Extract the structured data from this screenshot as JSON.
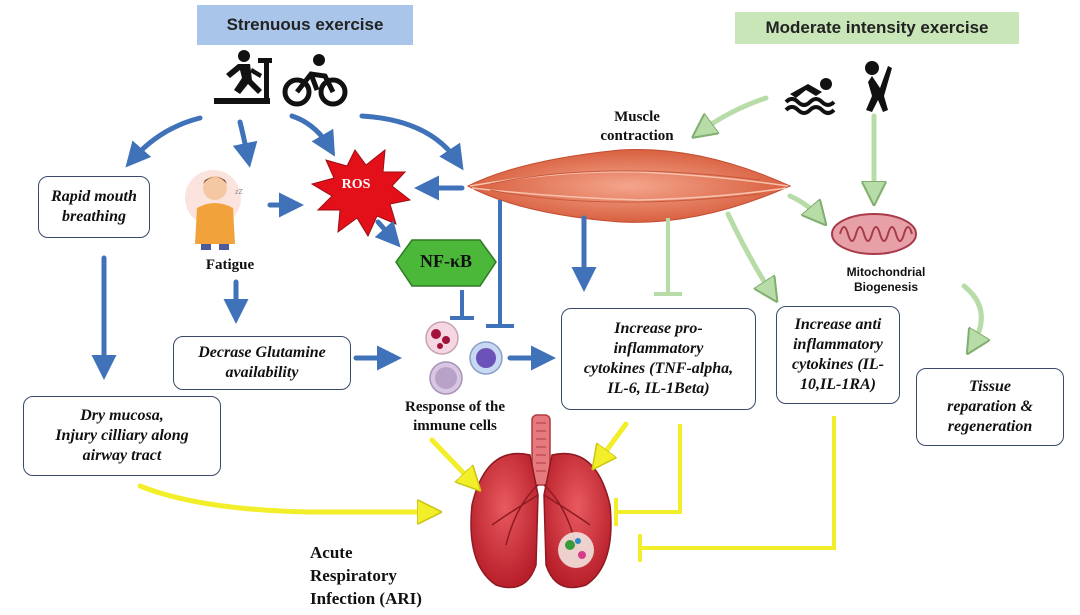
{
  "banners": {
    "strenuous": "Strenuous exercise",
    "moderate": "Moderate intensity exercise"
  },
  "nodes": {
    "ros": "ROS",
    "nfkb": "NF-κB",
    "fatigue": "Fatigue",
    "muscle": "Muscle\ncontraction",
    "mito": "Mitochondrial\nBiogenesis",
    "immune": "Response of the\nimmune cells",
    "ari": "Acute\nRespiratory\nInfection (ARI)"
  },
  "boxes": {
    "rapid": "Rapid mouth\nbreathing",
    "glutamine": "Decrase Glutamine\navailability",
    "dry": "Dry mucosa,\nInjury cilliary along\nairway tract",
    "pro": "Increase pro-\ninflammatory\ncytokines (TNF-alpha,\nIL-6, IL-1Beta)",
    "anti": "Increase anti\ninflammatory\ncytokines (IL-\n10,IL-1RA)",
    "tissue": "Tissue\nreparation &\nregeneration"
  },
  "colors": {
    "strenuous_banner": "#a9c5ea",
    "moderate_banner": "#c8e6b8",
    "blue_arrow": "#3f72b8",
    "green_arrow": "#b8dca8",
    "yellow_arrow": "#f2ee2a",
    "ros_fill": "#e3101a",
    "nfkb_fill": "#4cb83a",
    "muscle": "#e8795d",
    "lung": "#d6373f"
  },
  "icons": [
    "treadmill-runner-icon",
    "cyclist-icon",
    "swimmer-icon",
    "stretching-person-icon",
    "fatigued-person-icon",
    "muscle-fiber-icon",
    "mitochondrion-icon",
    "immune-cells-icon",
    "lungs-icon"
  ]
}
